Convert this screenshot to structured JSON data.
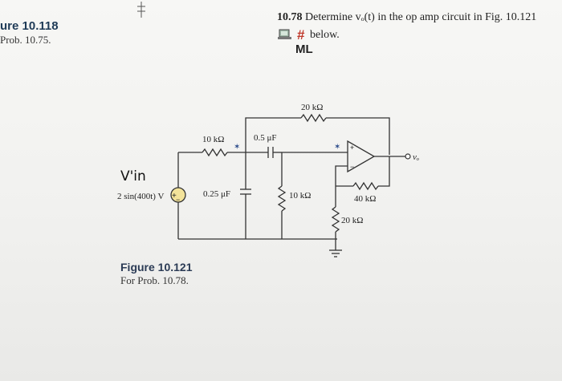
{
  "left_fragment": {
    "figure_heading": "ure 10.118",
    "figure_sub": "Prob. 10.75."
  },
  "problem": {
    "number": "10.78",
    "text": "Determine vₒ(t) in the op amp circuit in Fig. 10.121",
    "text_line2": "below.",
    "tag": "ML"
  },
  "handwritten_note": "V'in",
  "circuit": {
    "source_label": "2 sin(400t) V",
    "source_polarity_plus": "+",
    "source_polarity_minus": "−",
    "r1_label": "10 kΩ",
    "c1_label": "0.25 μF",
    "c2_label": "0.5 μF",
    "r_feedback_label": "20 kΩ",
    "r_middle_label": "10 kΩ",
    "r_output_label": "40 kΩ",
    "r_ground_label": "20 kΩ",
    "output_label": "vₒ",
    "opamp_plus": "+",
    "opamp_minus": "−"
  },
  "caption": {
    "title": "Figure 10.121",
    "subtitle": "For Prob. 10.78."
  }
}
